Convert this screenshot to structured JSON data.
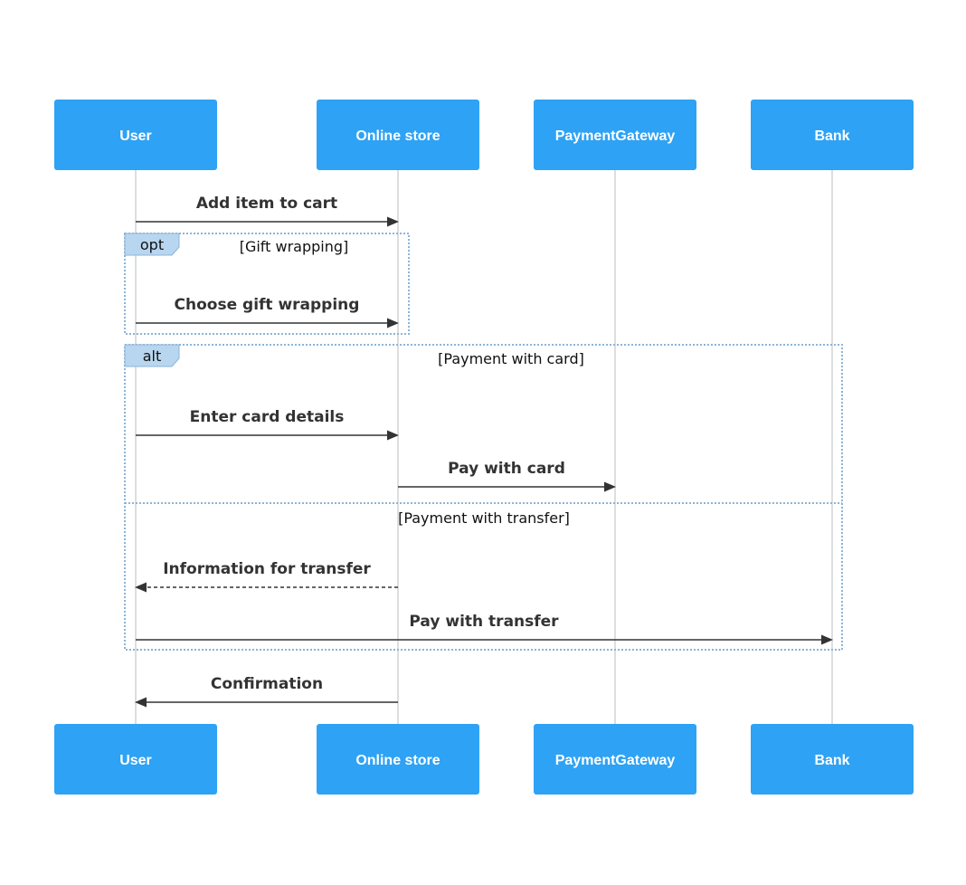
{
  "actors": [
    {
      "id": "user",
      "label": "User"
    },
    {
      "id": "store",
      "label": "Online store"
    },
    {
      "id": "gateway",
      "label": "PaymentGateway"
    },
    {
      "id": "bank",
      "label": "Bank"
    }
  ],
  "frames": [
    {
      "kind": "opt",
      "label": "opt",
      "conditions": [
        "[Gift wrapping]"
      ]
    },
    {
      "kind": "alt",
      "label": "alt",
      "conditions": [
        "[Payment with card]",
        "[Payment with transfer]"
      ]
    }
  ],
  "messages": [
    {
      "from": "user",
      "to": "store",
      "label": "Add item to cart",
      "style": "solid"
    },
    {
      "from": "user",
      "to": "store",
      "label": "Choose gift wrapping",
      "style": "solid"
    },
    {
      "from": "user",
      "to": "store",
      "label": "Enter card details",
      "style": "solid"
    },
    {
      "from": "store",
      "to": "gateway",
      "label": "Pay with card",
      "style": "solid"
    },
    {
      "from": "store",
      "to": "user",
      "label": "Information for transfer",
      "style": "dashed"
    },
    {
      "from": "user",
      "to": "bank",
      "label": "Pay with transfer",
      "style": "solid"
    },
    {
      "from": "store",
      "to": "user",
      "label": "Confirmation",
      "style": "solid"
    }
  ],
  "colors": {
    "actor_fill": "#2ea2f5",
    "frame_border": "#8eb4d6",
    "frame_label_fill": "#b8d6f0",
    "message": "#333333"
  }
}
